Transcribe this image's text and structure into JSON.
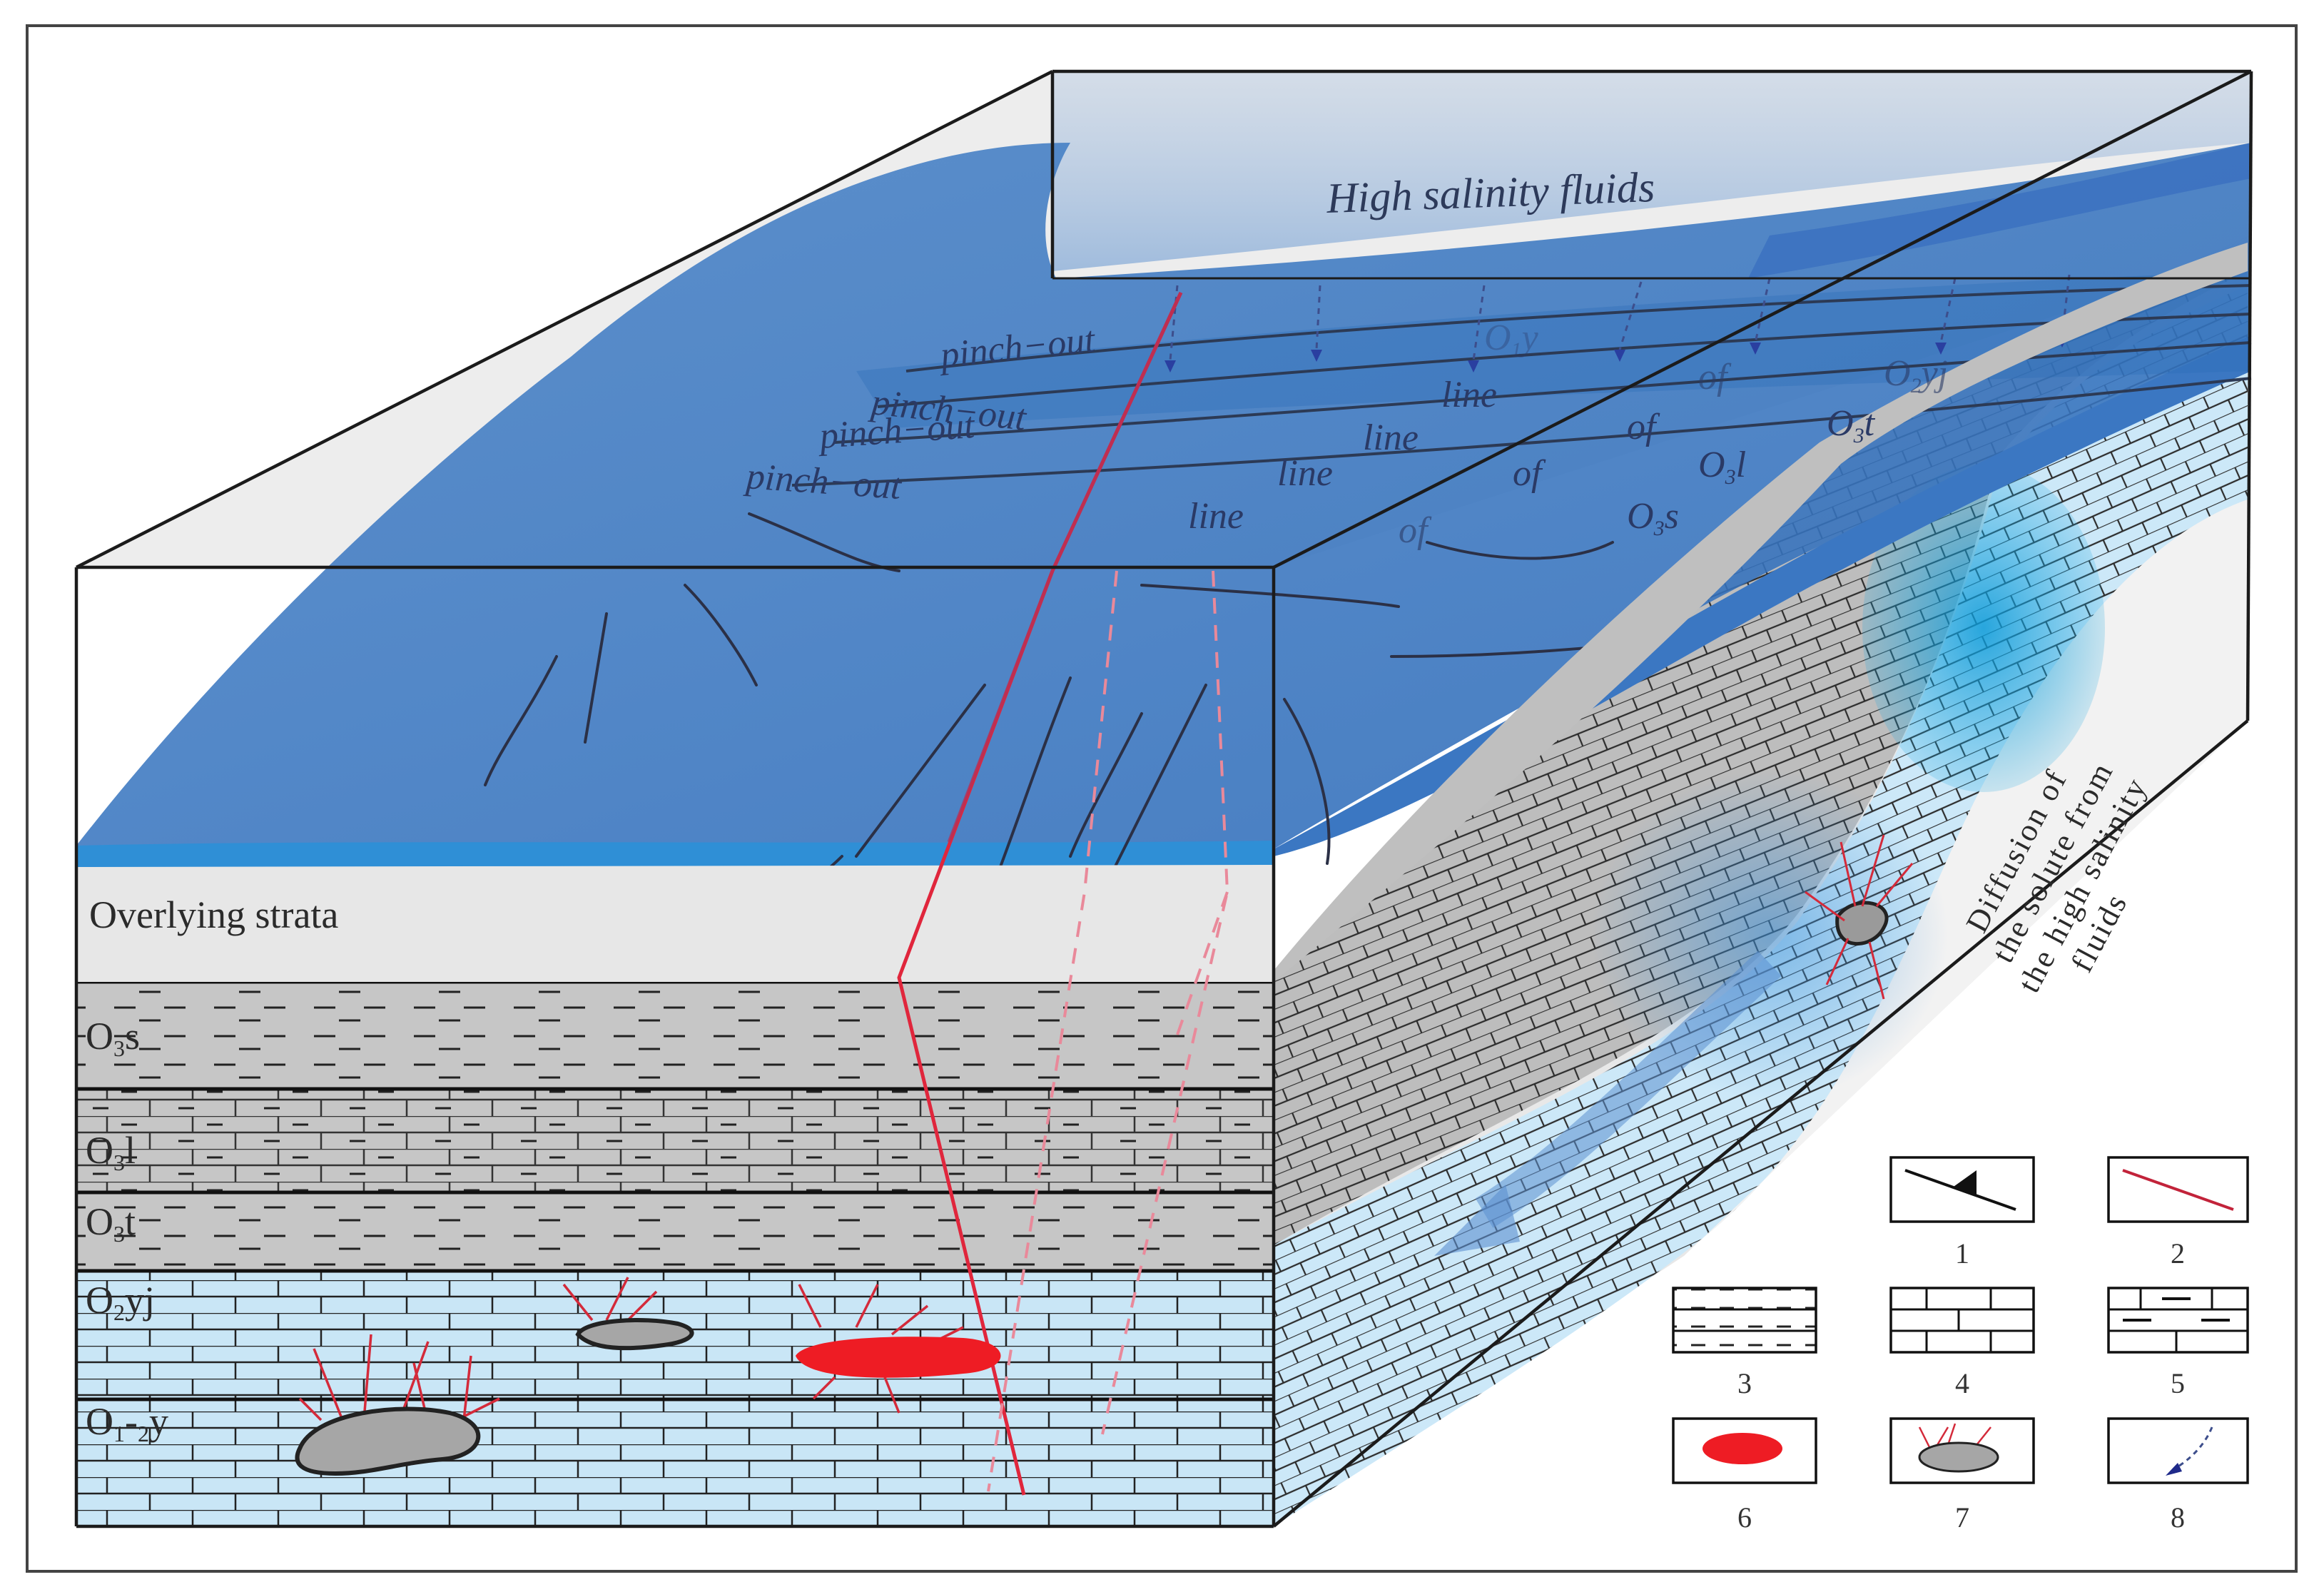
{
  "labels": {
    "high_salinity": "High salinity fluids",
    "overlying": "Overlying strata",
    "diffusion_1": "Diffusion of",
    "diffusion_2": "the solute from",
    "diffusion_3": "the high salinity",
    "diffusion_4": "fluids"
  },
  "strata": [
    {
      "base": "O",
      "sub": "3",
      "rest": "s"
    },
    {
      "base": "O",
      "sub": "3",
      "rest": "l"
    },
    {
      "base": "O",
      "sub": "3",
      "rest": "t"
    },
    {
      "base": "O",
      "sub": "2",
      "rest": "yj"
    },
    {
      "base": "O",
      "sub": "1",
      "rest": "-",
      "sub2": "2",
      "rest2": "y"
    }
  ],
  "pinch_lines": [
    {
      "w1": "pinch−out",
      "w2": "line",
      "w3": "of",
      "unit": "O",
      "sub": "2",
      "rest": "yj"
    },
    {
      "w1": "pinch−out",
      "w2": "line",
      "w3": "of",
      "unit": "O",
      "sub": "3",
      "rest": "t"
    },
    {
      "w1": "pinch−out",
      "w2": "line",
      "w3": "of",
      "unit": "O",
      "sub": "3",
      "rest": "l"
    },
    {
      "w1": "pinch−out",
      "w2": "line",
      "w3": "of",
      "unit": "O",
      "sub": "3",
      "rest": "s"
    }
  ],
  "top_faint_label": {
    "unit": "O",
    "sub": "1",
    "rest": "y"
  },
  "legend": [
    "1",
    "2",
    "3",
    "4",
    "5",
    "6",
    "7",
    "8"
  ],
  "colors": {
    "fluid_blue": "#3f7cc6",
    "deep_blue": "#1f6fc2",
    "limestone_blue": "#c9e6f6",
    "grey_strata": "#c6c6c6",
    "fault_red": "#e0263c",
    "ore_red": "#ee1c24"
  }
}
